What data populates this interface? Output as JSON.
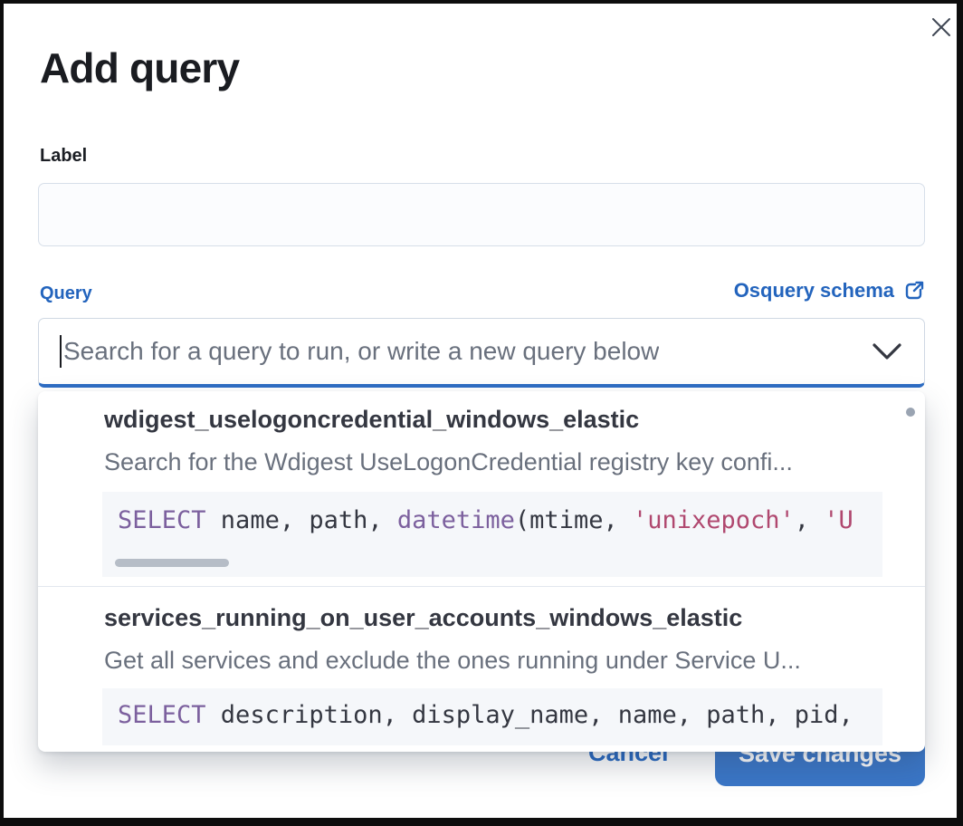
{
  "modal": {
    "title": "Add query",
    "footer": {
      "cancel_label": "Cancel",
      "save_label": "Save changes"
    }
  },
  "form": {
    "label_field": {
      "label": "Label",
      "value": ""
    },
    "query_field": {
      "label": "Query",
      "schema_link_label": "Osquery schema",
      "placeholder": "Search for a query to run, or write a new query below"
    }
  },
  "dropdown": {
    "options": [
      {
        "name": "wdigest_uselogoncredential_windows_elastic",
        "description": "Search for the Wdigest UseLogonCredential registry key confi...",
        "code": [
          {
            "t": "kw",
            "v": "SELECT"
          },
          {
            "t": "txt",
            "v": " name, path, "
          },
          {
            "t": "kw",
            "v": "datetime"
          },
          {
            "t": "txt",
            "v": "(mtime, "
          },
          {
            "t": "str",
            "v": "'unixepoch'"
          },
          {
            "t": "txt",
            "v": ", "
          },
          {
            "t": "str",
            "v": "'U"
          }
        ]
      },
      {
        "name": "services_running_on_user_accounts_windows_elastic",
        "description": "Get all services and exclude the ones running under Service U...",
        "code": [
          {
            "t": "kw",
            "v": "SELECT"
          },
          {
            "t": "txt",
            "v": " description, display_name, name, path, pid,"
          }
        ]
      }
    ]
  },
  "icons": {
    "close": "✕",
    "chevron_down": "⌄",
    "external_link": "↗"
  },
  "colors": {
    "accent_blue": "#2364bd",
    "focus_underline": "#2e6dc4",
    "button_fill": "#3a76c7",
    "code_keyword": "#7c609e",
    "code_string": "#b0486f",
    "code_text": "#343741",
    "title_text": "#1a1c21",
    "muted_text": "#69707d",
    "code_background": "#f5f7fa"
  }
}
